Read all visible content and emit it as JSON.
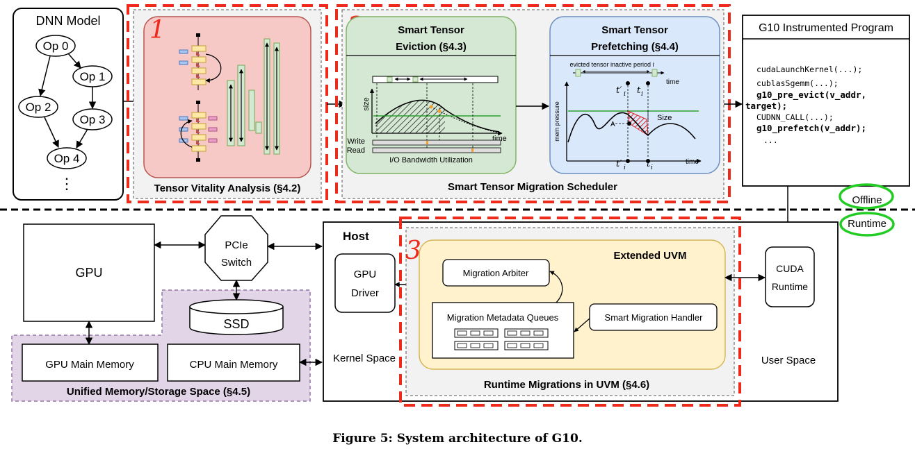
{
  "dnn": {
    "title": "DNN Model",
    "ops": [
      "Op 0",
      "Op 1",
      "Op 2",
      "Op 3",
      "Op 4"
    ],
    "ellipsis": "⋮"
  },
  "panel1": {
    "number": "1",
    "title": "Tensor Vitality Analysis (§4.2)"
  },
  "panel2": {
    "number": "2",
    "eviction_title_1": "Smart Tensor",
    "eviction_title_2": "Eviction (§4.3)",
    "prefetch_title_1": "Smart Tensor",
    "prefetch_title_2": "Prefetching (§4.4)",
    "size_axis": "size",
    "time_axis": "time",
    "write_label": "Write",
    "read_label": "Read",
    "io_label": "I/O Bandwidth Utilization",
    "inactive_label": "evicted tensor inactive period i",
    "mem_pressure": "mem pressure",
    "size_label": "Size",
    "a_label": "A",
    "t_prime": "t′",
    "t_plain": "t",
    "sub_i": "i",
    "title": "Smart Tensor Migration Scheduler"
  },
  "program": {
    "title": "G10 Instrumented Program",
    "lines": [
      {
        "text": "cudaLaunchKernel(...);",
        "bold": false
      },
      {
        "text": "cublasSgemm(...);",
        "bold": false
      },
      {
        "text": "g10_pre_evict(v_addr,",
        "bold": true
      },
      {
        "text": "target);",
        "bold": true
      },
      {
        "text": "CUDNN_CALL(...);",
        "bold": false
      },
      {
        "text": "g10_prefetch(v_addr);",
        "bold": true
      },
      {
        "text": "...",
        "bold": false
      }
    ]
  },
  "offline_label": "Offline",
  "runtime_label": "Runtime",
  "bottom": {
    "gpu": "GPU",
    "pcie_1": "PCIe",
    "pcie_2": "Switch",
    "ssd": "SSD",
    "gpu_mem": "GPU Main Memory",
    "cpu_mem": "CPU Main Memory",
    "unified": "Unified Memory/Storage Space (§4.5)",
    "host": "Host",
    "driver_1": "GPU",
    "driver_2": "Driver",
    "kernel_space": "Kernel Space",
    "panel3_number": "3",
    "extended_uvm": "Extended UVM",
    "arbiter": "Migration Arbiter",
    "queues": "Migration Metadata Queues",
    "handler": "Smart Migration Handler",
    "runtime_migrations": "Runtime Migrations in UVM (§4.6)",
    "cuda_1": "CUDA",
    "cuda_2": "Runtime",
    "user_space": "User Space"
  },
  "caption": "Figure 5: System architecture of G10.",
  "colors": {
    "red_dash": "#ee2a1b",
    "panel1_fill": "#f6c9c7",
    "panel1_stroke": "#b85450",
    "eviction_fill": "#d5e8d4",
    "eviction_stroke": "#82b366",
    "prefetch_fill": "#dae8fc",
    "prefetch_stroke": "#6c8ebf",
    "uvm_fill": "#fff2cc",
    "uvm_stroke": "#d6b656",
    "unified_fill": "#e1d5e7",
    "unified_stroke": "#9673a6",
    "green_highlight": "#22cc22"
  }
}
